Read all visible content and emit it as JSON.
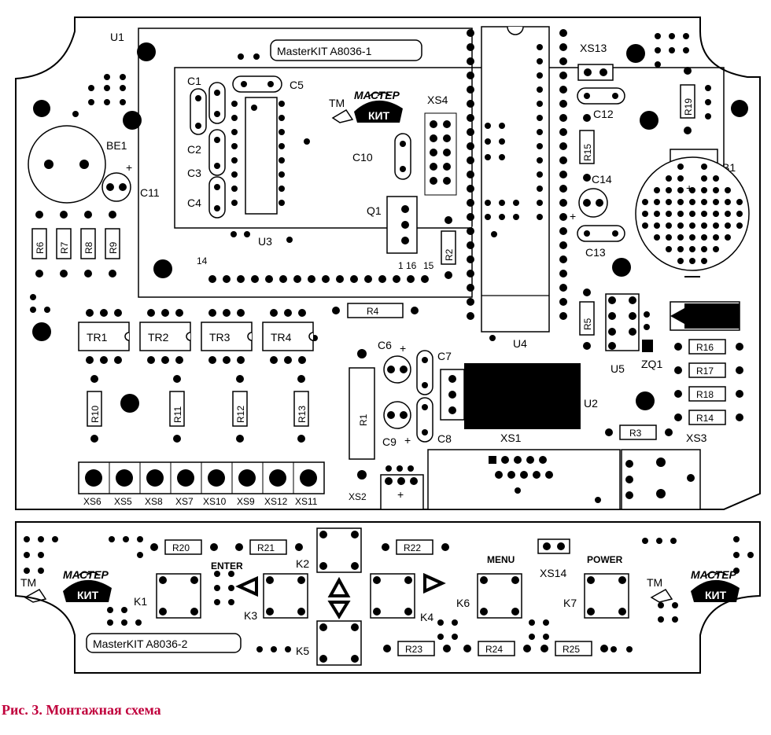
{
  "title1": "MasterKIT A8036-1",
  "title2": "MasterKIT A8036-2",
  "logo_top": "МАСТЕР",
  "logo_bottom": "КИТ",
  "logo_tm": "TM",
  "caption": "Рис. 3. Монтажная схема",
  "colors": {
    "ink": "#000000",
    "caption": "#c0003c",
    "board": "#ffffff"
  },
  "labels": {
    "U1": "U1",
    "BE1": "BE1",
    "C11": "C11",
    "C1": "C1",
    "C2": "C2",
    "C3": "C3",
    "C4": "C4",
    "C5": "C5",
    "C10": "C10",
    "U3": "U3",
    "pin14": "14",
    "Q1": "Q1",
    "XS4": "XS4",
    "pins": "1 16",
    "pin15": "15",
    "U4": "U4",
    "XS13": "XS13",
    "C12": "C12",
    "C14": "C14",
    "C13": "C13",
    "B1": "B1",
    "U5": "U5",
    "ZQ1": "ZQ1",
    "XS3": "XS3",
    "U2": "U2",
    "XS1": "XS1",
    "C6": "C6",
    "C7": "C7",
    "C8": "C8",
    "C9": "C9",
    "XS2": "XS2",
    "TR1": "TR1",
    "TR2": "TR2",
    "TR3": "TR3",
    "TR4": "TR4",
    "R1": "R1",
    "R2": "R2",
    "R3": "R3",
    "R4": "R4",
    "R5": "R5",
    "R6": "R6",
    "R7": "R7",
    "R8": "R8",
    "R9": "R9",
    "R10": "R10",
    "R11": "R11",
    "R12": "R12",
    "R13": "R13",
    "R14": "R14",
    "R15": "R15",
    "R16": "R16",
    "R17": "R17",
    "R18": "R18",
    "R19": "R19",
    "R20": "R20",
    "R21": "R21",
    "R22": "R22",
    "R23": "R23",
    "R24": "R24",
    "R25": "R25",
    "XS6": "XS6",
    "XS5": "XS5",
    "XS8": "XS8",
    "XS7": "XS7",
    "XS10": "XS10",
    "XS9": "XS9",
    "XS12": "XS12",
    "XS11": "XS11",
    "K1": "K1",
    "K2": "K2",
    "K3": "K3",
    "K4": "K4",
    "K5": "K5",
    "K6": "K6",
    "K7": "K7",
    "XS14": "XS14",
    "ENTER": "ENTER",
    "MENU": "MENU",
    "POWER": "POWER",
    "plus": "+"
  }
}
